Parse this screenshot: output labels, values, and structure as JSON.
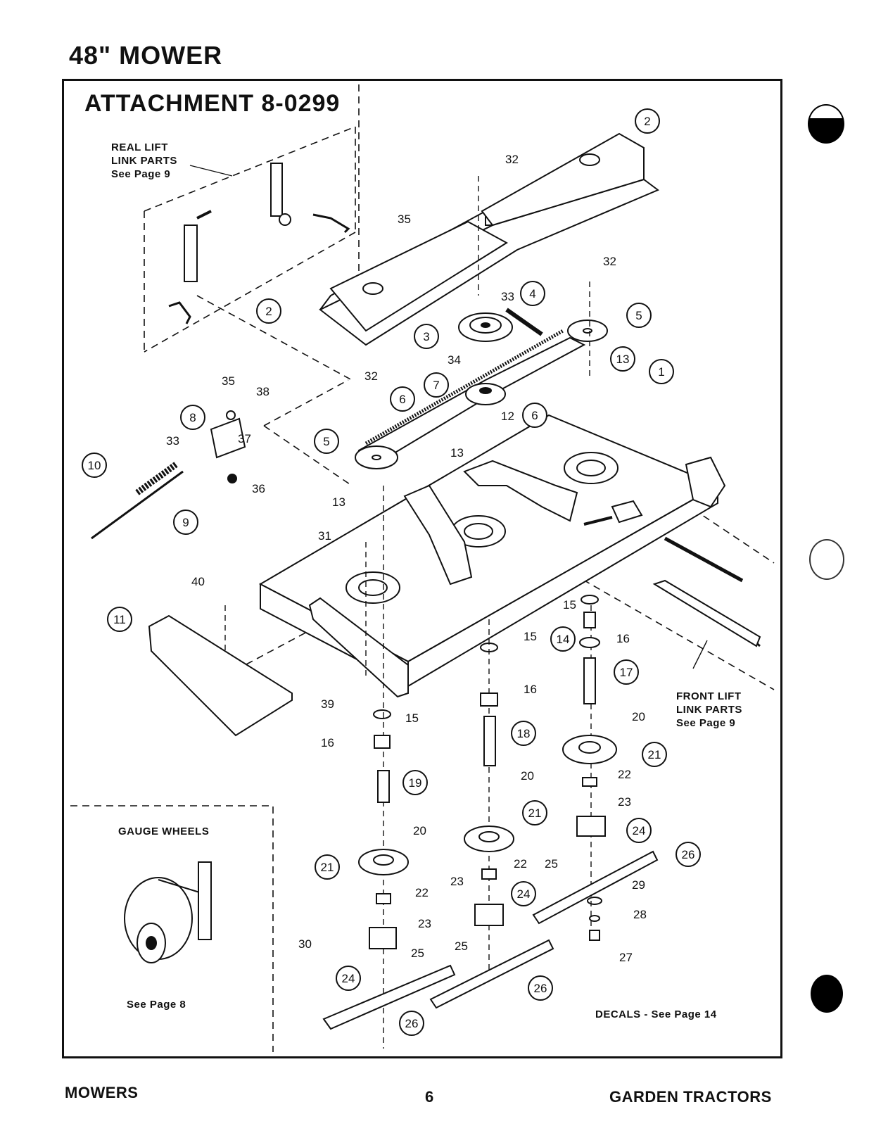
{
  "header": {
    "title": "48\" MOWER"
  },
  "attachment": {
    "title": "ATTACHMENT 8-0299"
  },
  "notes": {
    "rear_lift": "REAL LIFT\nLINK PARTS\nSee Page 9",
    "front_lift": "FRONT LIFT\nLINK PARTS\nSee Page 9",
    "gauge_wheels_title": "GAUGE WHEELS",
    "gauge_wheels_ref": "See Page 8",
    "decals": "DECALS - See Page 14"
  },
  "footer": {
    "left": "MOWERS",
    "page": "6",
    "right": "GARDEN TRACTORS"
  },
  "callouts": [
    {
      "n": "1"
    },
    {
      "n": "2"
    },
    {
      "n": "2"
    },
    {
      "n": "3"
    },
    {
      "n": "4"
    },
    {
      "n": "5"
    },
    {
      "n": "5"
    },
    {
      "n": "6"
    },
    {
      "n": "6"
    },
    {
      "n": "7"
    },
    {
      "n": "8"
    },
    {
      "n": "9"
    },
    {
      "n": "10"
    },
    {
      "n": "11"
    },
    {
      "n": "13"
    },
    {
      "n": "14"
    },
    {
      "n": "17"
    },
    {
      "n": "18"
    },
    {
      "n": "19"
    },
    {
      "n": "21"
    },
    {
      "n": "21"
    },
    {
      "n": "21"
    },
    {
      "n": "24"
    },
    {
      "n": "24"
    },
    {
      "n": "24"
    },
    {
      "n": "26"
    },
    {
      "n": "26"
    },
    {
      "n": "26"
    }
  ],
  "labels": [
    {
      "n": "32"
    },
    {
      "n": "32"
    },
    {
      "n": "32"
    },
    {
      "n": "35"
    },
    {
      "n": "35"
    },
    {
      "n": "33"
    },
    {
      "n": "33"
    },
    {
      "n": "34"
    },
    {
      "n": "12"
    },
    {
      "n": "13"
    },
    {
      "n": "13"
    },
    {
      "n": "38"
    },
    {
      "n": "37"
    },
    {
      "n": "36"
    },
    {
      "n": "31"
    },
    {
      "n": "40"
    },
    {
      "n": "39"
    },
    {
      "n": "15"
    },
    {
      "n": "15"
    },
    {
      "n": "15"
    },
    {
      "n": "16"
    },
    {
      "n": "16"
    },
    {
      "n": "16"
    },
    {
      "n": "20"
    },
    {
      "n": "20"
    },
    {
      "n": "20"
    },
    {
      "n": "22"
    },
    {
      "n": "22"
    },
    {
      "n": "22"
    },
    {
      "n": "23"
    },
    {
      "n": "23"
    },
    {
      "n": "23"
    },
    {
      "n": "25"
    },
    {
      "n": "25"
    },
    {
      "n": "25"
    },
    {
      "n": "29"
    },
    {
      "n": "28"
    },
    {
      "n": "27"
    },
    {
      "n": "30"
    }
  ]
}
